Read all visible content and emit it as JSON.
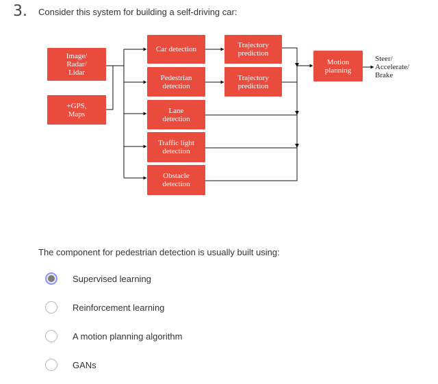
{
  "question": {
    "number": "3.",
    "prompt": "Consider this system for building a self-driving car:",
    "text": "The component for pedestrian detection is usually built using:"
  },
  "diagram": {
    "inputs": {
      "sensors": "Image/\nRadar/\nLidar",
      "gps": "+GPS,\nMaps"
    },
    "detectors": {
      "car": "Car detection",
      "pedestrian": "Pedestrian\ndetection",
      "lane": "Lane\ndetection",
      "traffic_light": "Traffic light\ndetection",
      "obstacle": "Obstacle\ndetection"
    },
    "predictors": {
      "car_trajectory": "Trajectory\nprediction",
      "pedestrian_trajectory": "Trajectory\nprediction"
    },
    "planner": "Motion\nplanning",
    "output": "Steer/\nAccelerate/\nBrake",
    "box_color": "#e94b3c"
  },
  "options": [
    {
      "label": "Supervised learning",
      "selected": true
    },
    {
      "label": "Reinforcement learning",
      "selected": false
    },
    {
      "label": "A motion planning algorithm",
      "selected": false
    },
    {
      "label": "GANs",
      "selected": false
    }
  ]
}
